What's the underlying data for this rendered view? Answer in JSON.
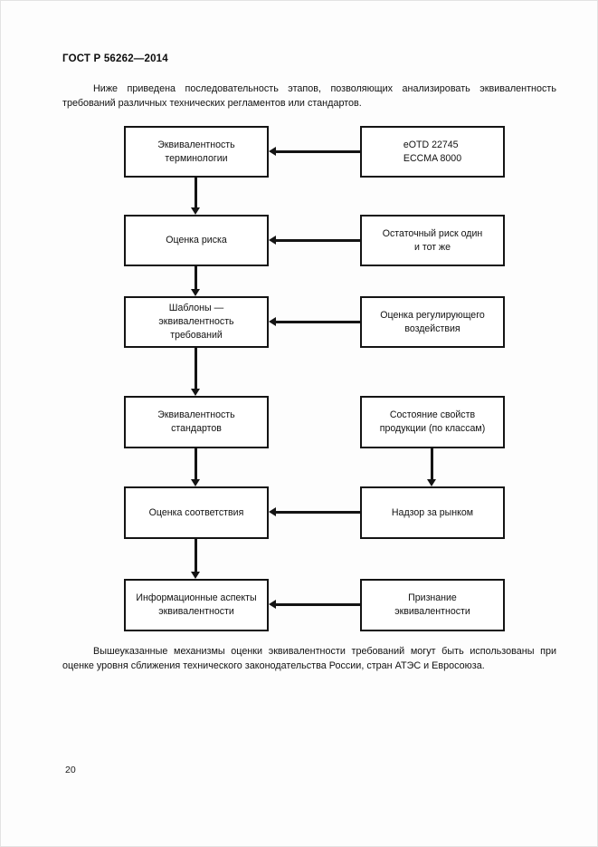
{
  "document": {
    "standard_header": "ГОСТ Р 56262—2014",
    "page_number": "20",
    "intro_paragraph": "Ниже приведена последовательность этапов, позволяющих анализировать эквивалентность требований различных технических регламентов или стандартов.",
    "closing_paragraph": "Вышеуказанные механизмы оценки эквивалентности требований могут быть использованы при оценке уровня сближения технического законодательства России, стран АТЭС и Евросоюза."
  },
  "flowchart": {
    "type": "flowchart",
    "left_column": [
      {
        "id": "terminology-equivalence",
        "label": "Эквивалентность\nтерминологии"
      },
      {
        "id": "risk-assessment",
        "label": "Оценка риска"
      },
      {
        "id": "templates-requirements-equivalence",
        "label": "Шаблоны —\nэквивалентность\nтребований"
      },
      {
        "id": "standards-equivalence",
        "label": "Эквивалентность\nстандартов"
      },
      {
        "id": "conformity-assessment",
        "label": "Оценка соответствия"
      },
      {
        "id": "information-aspects-equivalence",
        "label": "Информационные аспекты\nэквивалентности"
      }
    ],
    "right_column": [
      {
        "id": "eotd-eccma",
        "label": "eOTD  22745\nECCMA 8000"
      },
      {
        "id": "residual-risk-same",
        "label": "Остаточный риск один\nи тот же"
      },
      {
        "id": "regulatory-impact-assessment",
        "label": "Оценка регулирующего\nвоздействия"
      },
      {
        "id": "product-properties-state",
        "label": "Состояние свойств\nпродукции (по классам)"
      },
      {
        "id": "market-surveillance",
        "label": "Надзор за рынком"
      },
      {
        "id": "equivalence-recognition",
        "label": "Признание\nэквивалентности"
      }
    ],
    "connections": [
      {
        "from": "terminology-equivalence",
        "to": "risk-assessment",
        "direction": "down"
      },
      {
        "from": "risk-assessment",
        "to": "templates-requirements-equivalence",
        "direction": "down"
      },
      {
        "from": "templates-requirements-equivalence",
        "to": "standards-equivalence",
        "direction": "down"
      },
      {
        "from": "standards-equivalence",
        "to": "conformity-assessment",
        "direction": "down"
      },
      {
        "from": "conformity-assessment",
        "to": "information-aspects-equivalence",
        "direction": "down"
      },
      {
        "from": "product-properties-state",
        "to": "market-surveillance",
        "direction": "down"
      },
      {
        "from": "eotd-eccma",
        "to": "terminology-equivalence",
        "direction": "left"
      },
      {
        "from": "residual-risk-same",
        "to": "risk-assessment",
        "direction": "left"
      },
      {
        "from": "regulatory-impact-assessment",
        "to": "templates-requirements-equivalence",
        "direction": "left"
      },
      {
        "from": "market-surveillance",
        "to": "conformity-assessment",
        "direction": "left"
      },
      {
        "from": "equivalence-recognition",
        "to": "information-aspects-equivalence",
        "direction": "left"
      }
    ]
  },
  "colors": {
    "page_background": "#fdfdfd",
    "text": "#111111",
    "box_border": "#141414",
    "connector": "#141414"
  }
}
